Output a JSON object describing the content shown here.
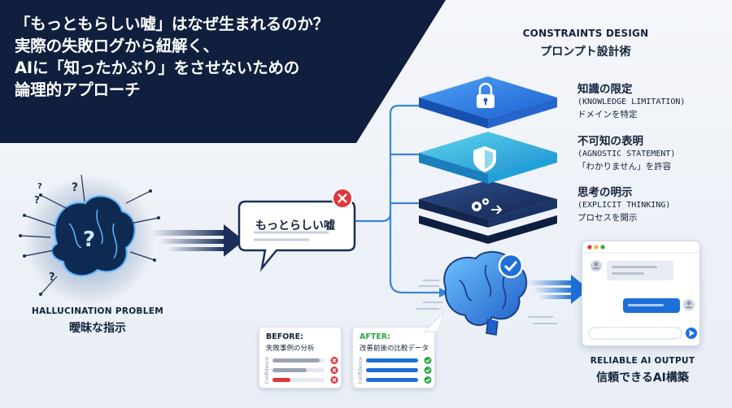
{
  "title": {
    "line1": "「もっともらしい嘘」はなぜ生まれるのか？",
    "line2": "実際の失敗ログから紐解く、",
    "line3": "AIに「知ったかぶり」をさせないための",
    "line4": "論理的アプローチ"
  },
  "hallucination": {
    "caption_en": "HALLUCINATION PROBLEM",
    "caption_jp": "曖昧な指示"
  },
  "speech_bubble": {
    "text": "もっとらしい嘘"
  },
  "constraints": {
    "heading_en": "CONSTRAINTS DESIGN",
    "heading_jp": "プロンプト設計術",
    "layers": [
      {
        "title": "知識の限定",
        "en": "(KNOWLEDGE LIMITATION)",
        "desc": "ドメインを特定"
      },
      {
        "title": "不可知の表明",
        "en": "(AGNOSTIC STATEMENT)",
        "desc": "「わかりません」を許容"
      },
      {
        "title": "思考の明示",
        "en": "(EXPLICIT THINKING)",
        "desc": "プロセスを開示"
      }
    ]
  },
  "before_card": {
    "head": "BEFORE:",
    "sub": "失敗事例の分析",
    "axis": "Confidence"
  },
  "after_card": {
    "head": "AFTER:",
    "sub": "改善前後の比較データ",
    "axis": "Confidence"
  },
  "output": {
    "caption_en": "RELIABLE AI OUTPUT",
    "caption_jp": "信頼できるAI構築"
  },
  "colors": {
    "navy": "#0f1f3d",
    "accent_blue": "#1e6fd9",
    "cyan": "#2ec4e6",
    "red": "#e0353b",
    "green": "#2ba84a"
  },
  "icons": [
    "brain-icon",
    "question-icon",
    "close-icon",
    "lock-icon",
    "shield-icon",
    "gears-icon",
    "check-icon",
    "send-icon",
    "avatar-icon"
  ]
}
